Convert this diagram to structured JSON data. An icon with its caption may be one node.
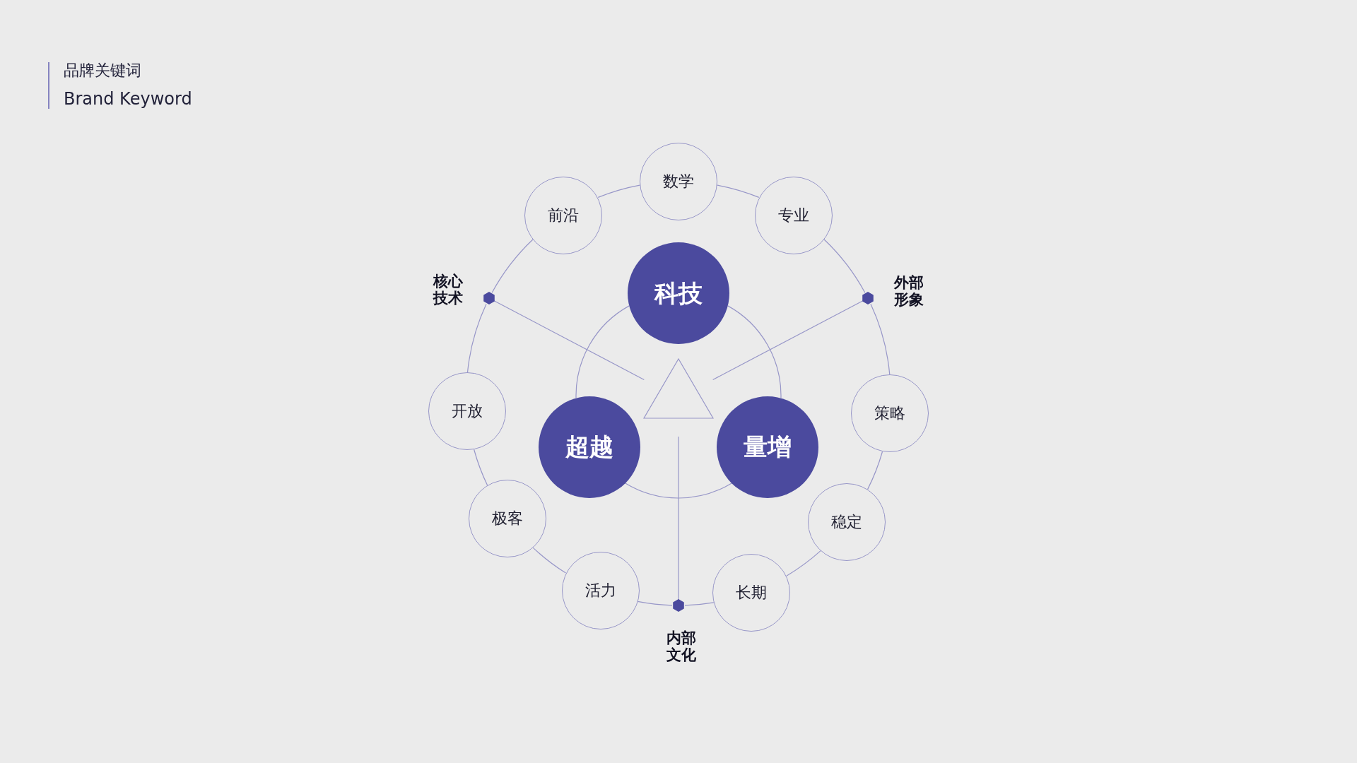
{
  "diagram": {
    "title": "品牌关键词",
    "nodes": [
      {
        "text": [
          "数学"
        ]
      },
      {
        "text": [
          "前沿"
        ]
      },
      {
        "text": [
          "专业"
        ]
      },
      {
        "text": [],
        "shape": "hexagon",
        "beside": [
          "核心技术"
        ]
      },
      {
        "text": [],
        "shape": "hexagon",
        "beside": [
          "外部形象"
        ]
      },
      {
        "text": [
          "科技"
        ]
      },
      {
        "text": [
          "开放"
        ]
      },
      {
        "text": [
          "策略"
        ]
      },
      {
        "text": [],
        "shape": "triangle"
      },
      {
        "text": [
          "超越"
        ]
      },
      {
        "text": [
          "量增"
        ]
      },
      {
        "text": [
          "极客"
        ]
      },
      {
        "text": [
          "稳定"
        ]
      },
      {
        "text": [
          "活力"
        ]
      },
      {
        "text": [
          "长期"
        ]
      },
      {
        "text": [],
        "shape": "hexagon",
        "beside": [
          "内部文化"
        ]
      }
    ],
    "edges": [
      {
        "from": 0,
        "to": 2,
        "arrow": "none"
      },
      {
        "from": 2,
        "to": 4,
        "arrow": "none"
      },
      {
        "from": 4,
        "to": 7,
        "arrow": "none"
      },
      {
        "from": 7,
        "to": 12,
        "arrow": "none"
      },
      {
        "from": 12,
        "to": 14,
        "arrow": "none"
      },
      {
        "from": 14,
        "to": 15,
        "arrow": "none"
      },
      {
        "from": 15,
        "to": 13,
        "arrow": "none"
      },
      {
        "from": 13,
        "to": 11,
        "arrow": "none"
      },
      {
        "from": 11,
        "to": 6,
        "arrow": "none"
      },
      {
        "from": 6,
        "to": 3,
        "arrow": "none"
      },
      {
        "from": 3,
        "to": 1,
        "arrow": "none"
      },
      {
        "from": 1,
        "to": 0,
        "arrow": "none"
      },
      {
        "from": 5,
        "to": 10,
        "arrow": "none"
      },
      {
        "from": 10,
        "to": 9,
        "arrow": "none"
      },
      {
        "from": 9,
        "to": 5,
        "arrow": "none"
      },
      {
        "from": 3,
        "to": 8,
        "arrow": "none"
      },
      {
        "from": 4,
        "to": 8,
        "arrow": "none"
      },
      {
        "from": 15,
        "to": 8,
        "arrow": "none"
      }
    ],
    "labels": [
      "Brand Keyword"
    ]
  }
}
